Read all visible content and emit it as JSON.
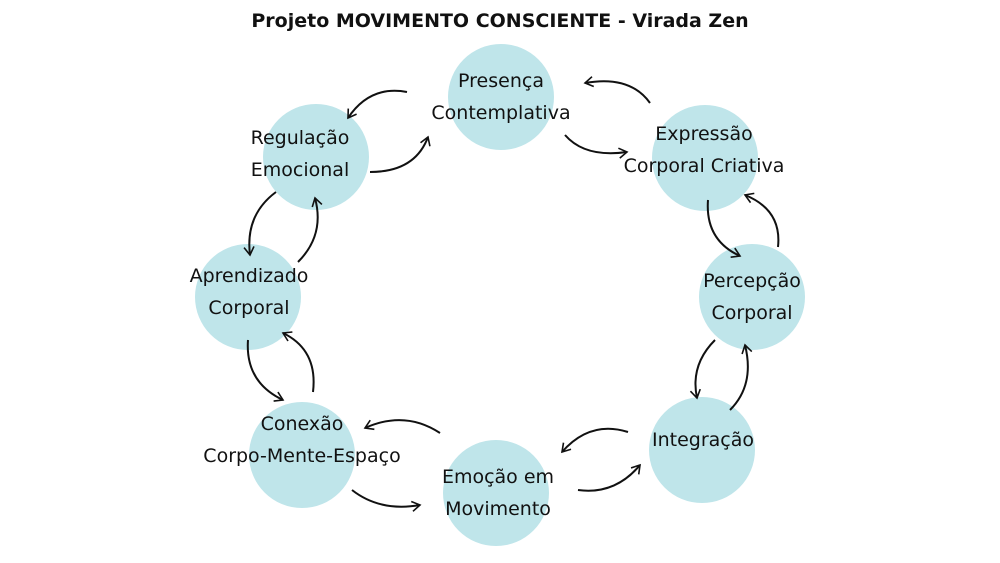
{
  "title": "Projeto MOVIMENTO CONSCIENTE - Virada Zen",
  "nodes": [
    {
      "line1": "Presença",
      "line2": "Contemplativa",
      "color": "#bfe5ea"
    },
    {
      "line1": "Expressão",
      "line2": "Corporal Criativa",
      "color": "#bfe5ea"
    },
    {
      "line1": "Percepção",
      "line2": "Corporal",
      "color": "#bfe5ea"
    },
    {
      "line1": "Integração",
      "line2": "",
      "color": "#bfe5ea"
    },
    {
      "line1": "Emoção em",
      "line2": "Movimento",
      "color": "#bfe5ea"
    },
    {
      "line1": "Conexão",
      "line2": "Corpo-Mente-Espaço",
      "color": "#bfe5ea"
    },
    {
      "line1": "Aprendizado",
      "line2": "Corporal",
      "color": "#bfe5ea"
    },
    {
      "line1": "Regulação",
      "line2": "Emocional",
      "color": "#bfe5ea"
    }
  ]
}
